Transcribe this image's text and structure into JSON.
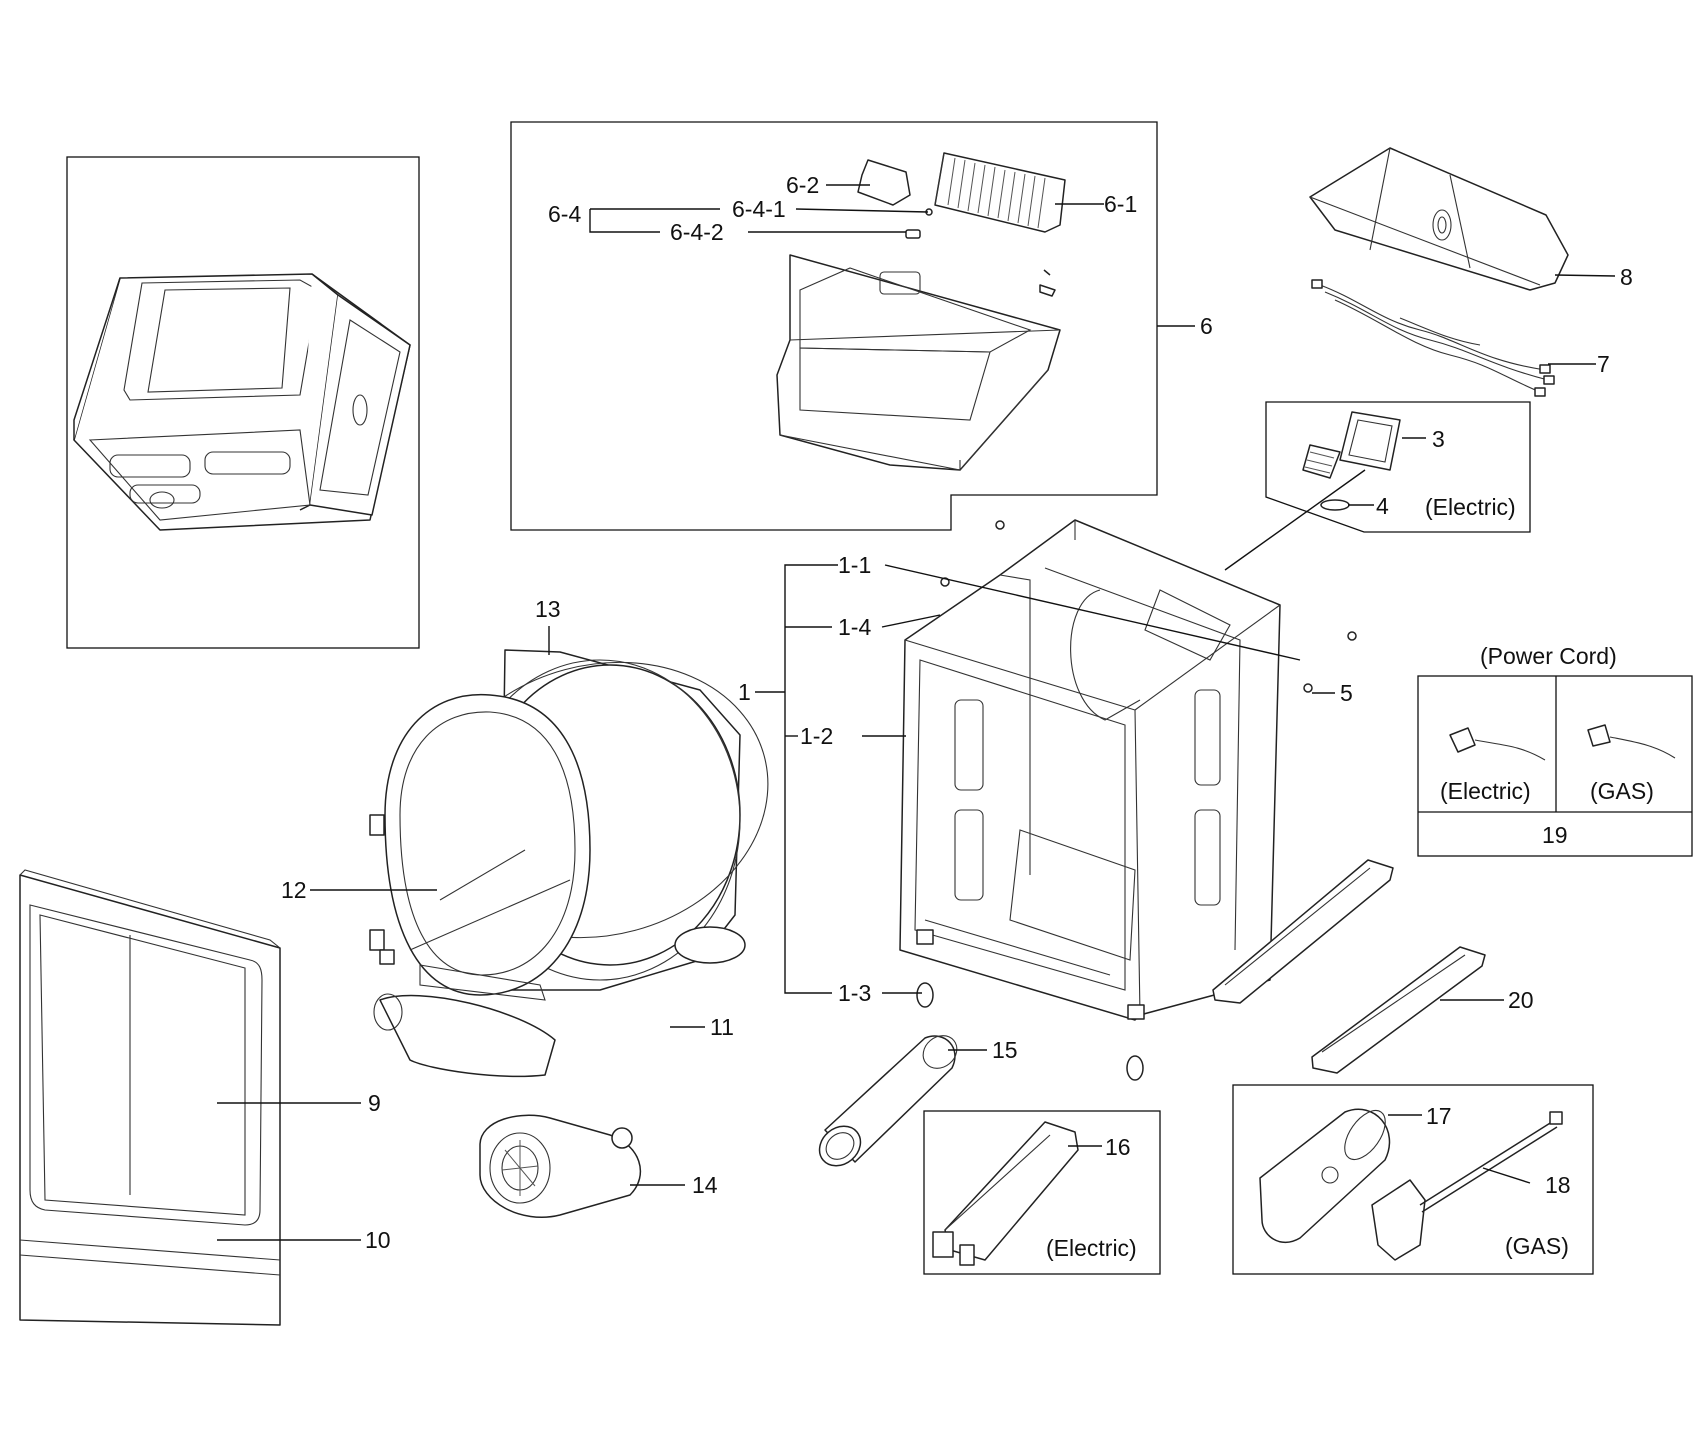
{
  "labels": {
    "p1": "1",
    "p1_1": "1-1",
    "p1_2": "1-2",
    "p1_3": "1-3",
    "p1_4": "1-4",
    "p3": "3",
    "p4": "4",
    "p5": "5",
    "p6": "6",
    "p6_1": "6-1",
    "p6_2": "6-2",
    "p6_4": "6-4",
    "p6_4_1": "6-4-1",
    "p6_4_2": "6-4-2",
    "p7": "7",
    "p8": "8",
    "p9": "9",
    "p10": "10",
    "p11": "11",
    "p12": "12",
    "p13": "13",
    "p14": "14",
    "p15": "15",
    "p16": "16",
    "p17": "17",
    "p18": "18",
    "p19": "19",
    "p20": "20"
  },
  "captions": {
    "electric_filter": "(Electric)",
    "power_cord": "(Power Cord)",
    "cord_electric": "(Electric)",
    "cord_gas": "(GAS)",
    "heater_electric": "(Electric)",
    "burner_gas": "(GAS)"
  }
}
